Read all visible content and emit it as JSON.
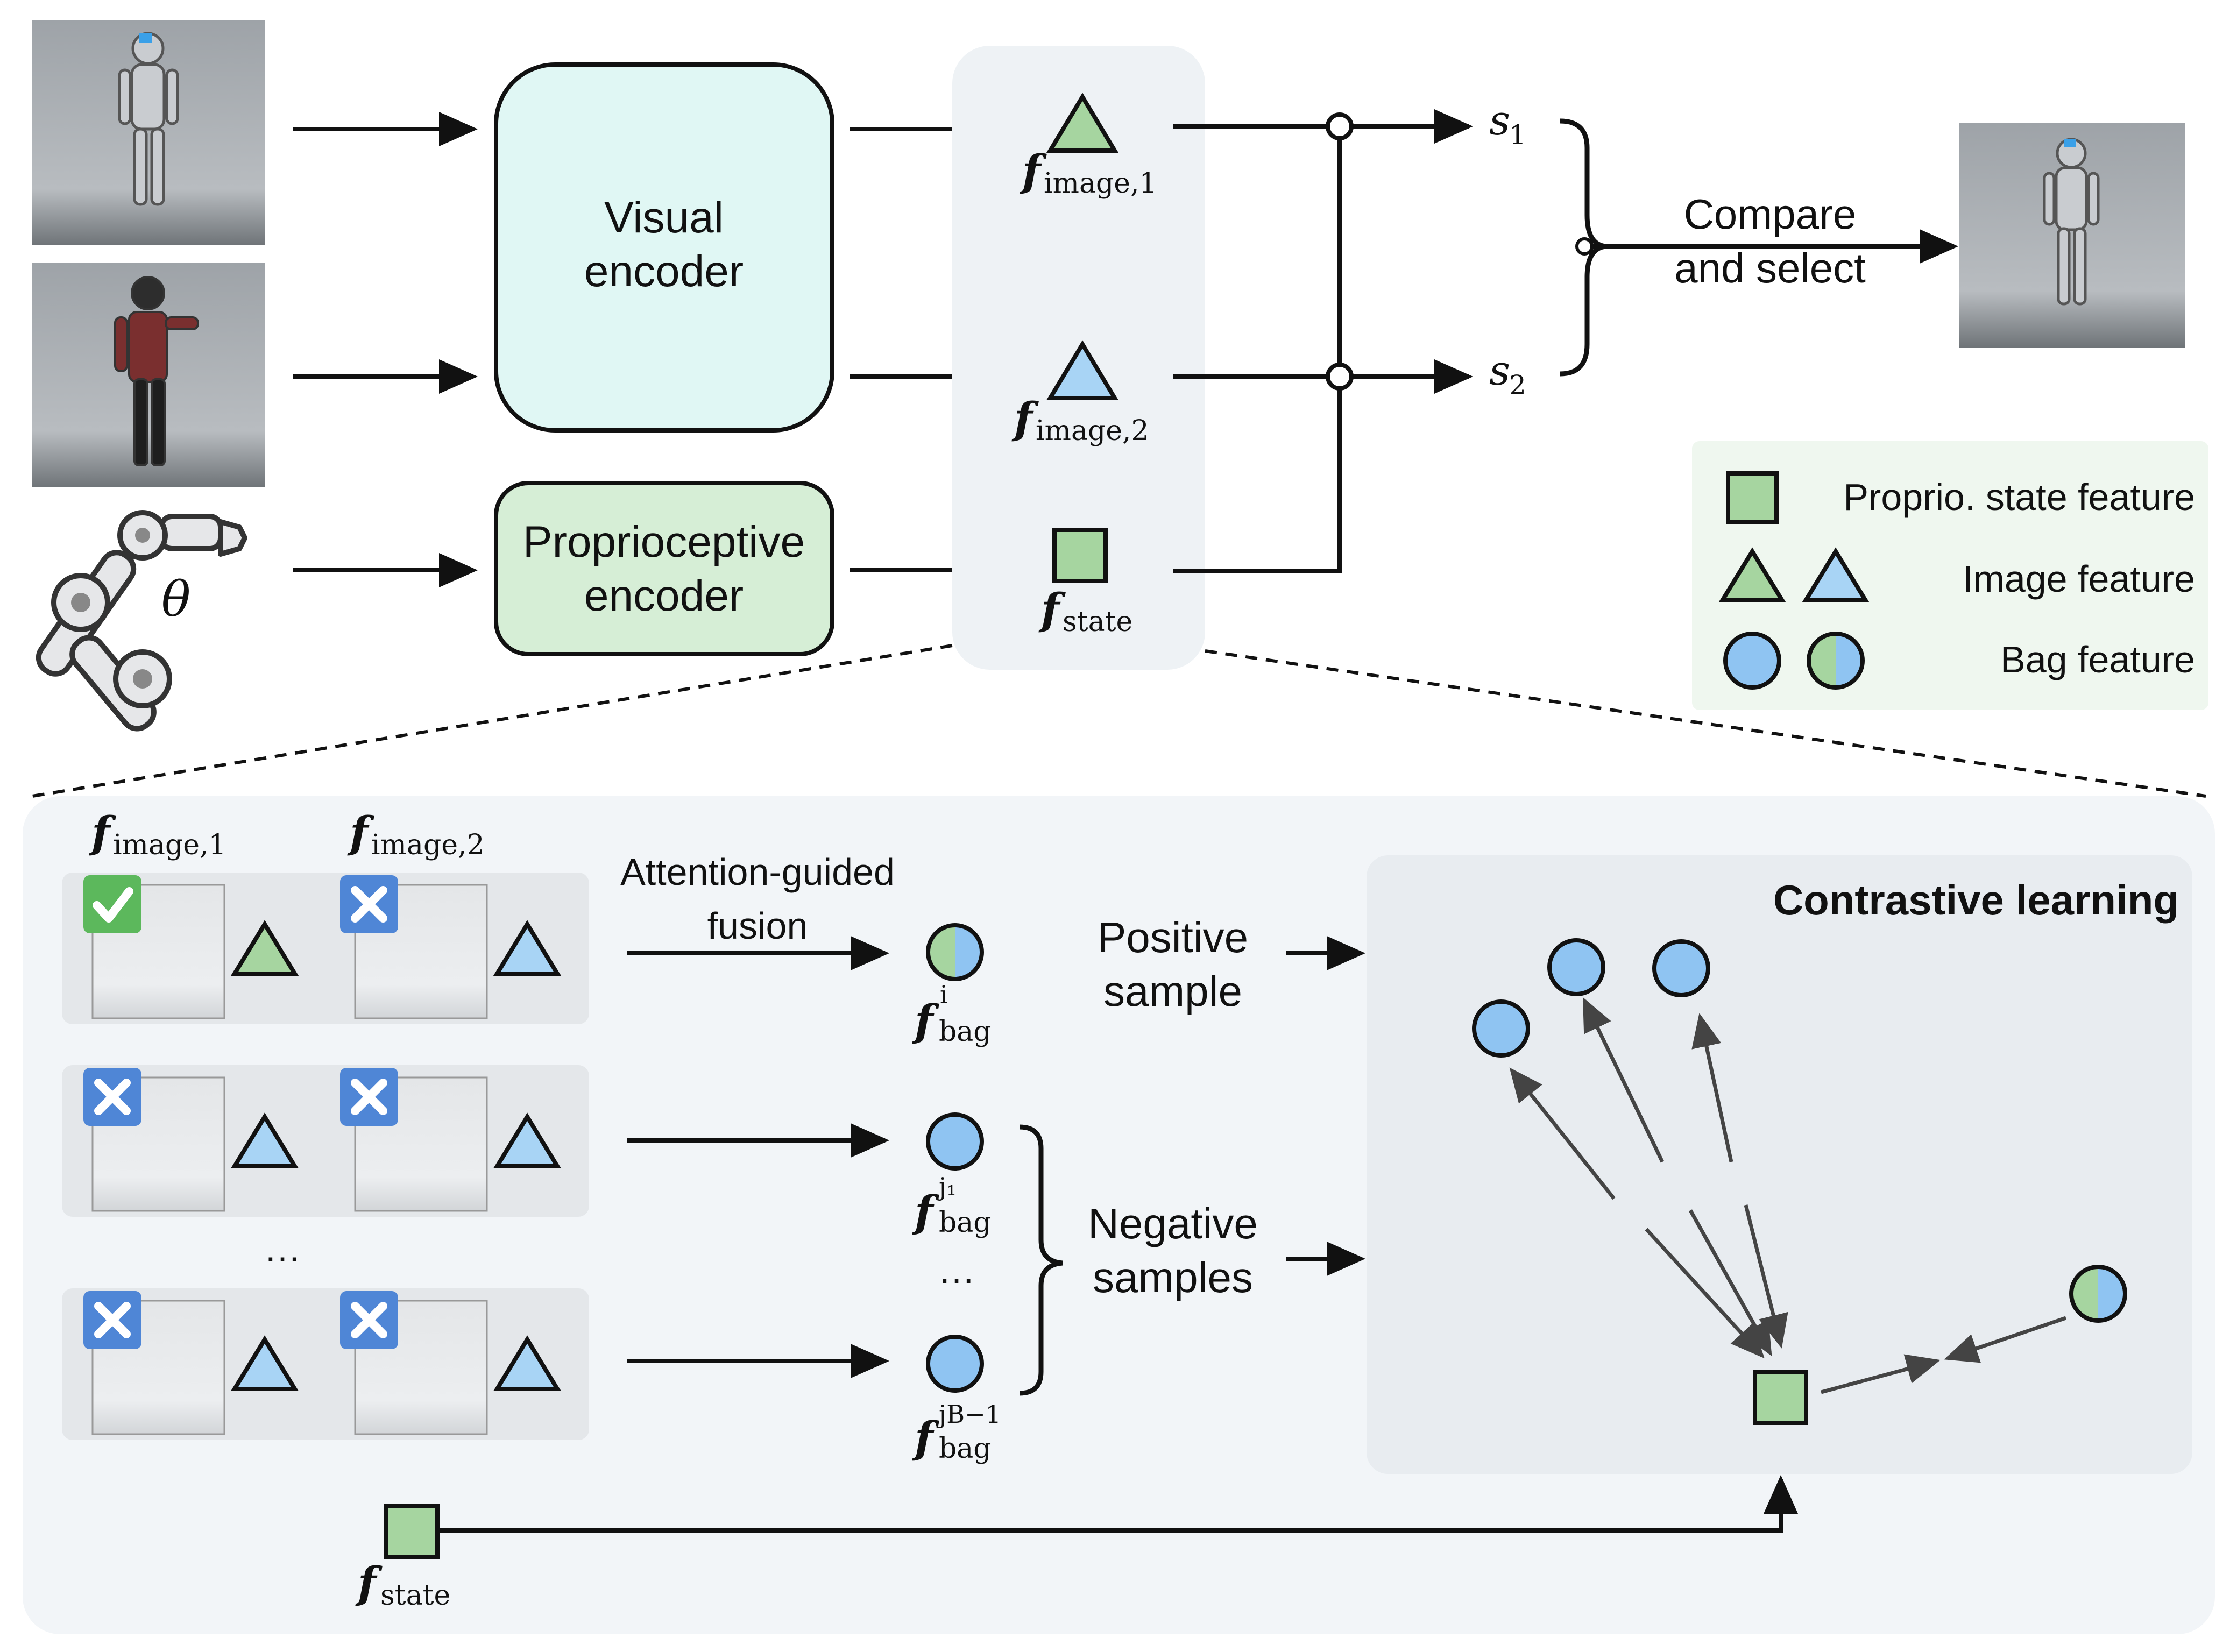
{
  "top": {
    "visual_encoder": [
      "Visual",
      "encoder"
    ],
    "proprio_encoder": [
      "Proprioceptive",
      "encoder"
    ],
    "theta": "θ",
    "features": {
      "f_symbol": "f",
      "image1_sub": "image,1",
      "image2_sub": "image,2",
      "state_sub": "state"
    },
    "scores": {
      "s1": "s",
      "s1_sub": "1",
      "s2": "s",
      "s2_sub": "2"
    },
    "compare": [
      "Compare",
      "and select"
    ]
  },
  "legend": {
    "state": "Proprio. state feature",
    "image": "Image feature",
    "bag": "Bag feature"
  },
  "bottom": {
    "f_image1_sub": "image,1",
    "f_image2_sub": "image,2",
    "fusion": [
      "Attention-guided",
      "fusion"
    ],
    "bag_sub": "bag",
    "bag_i_sup": "i",
    "bag_j1_sup": "j₁",
    "bag_jB_sup": "jB−1",
    "ellipsis": "…",
    "positive": [
      "Positive",
      "sample"
    ],
    "negative": [
      "Negative",
      "samples"
    ],
    "contrastive_title": "Contrastive learning",
    "state_sub": "state"
  },
  "colors": {
    "visual_encoder_fill": "#e0f7f4",
    "proprio_encoder_fill": "#d6eed6",
    "feature_green": "#a6d5a0",
    "feature_blue": "#a8d4f5",
    "bag_blue": "#8fc4f2",
    "check_green": "#5cb85c",
    "cross_blue": "#4f86d6",
    "panel_bg": "#f2f5f8",
    "contrastive_bg": "#e8ecf0",
    "legend_bg": "#eff7ef"
  }
}
